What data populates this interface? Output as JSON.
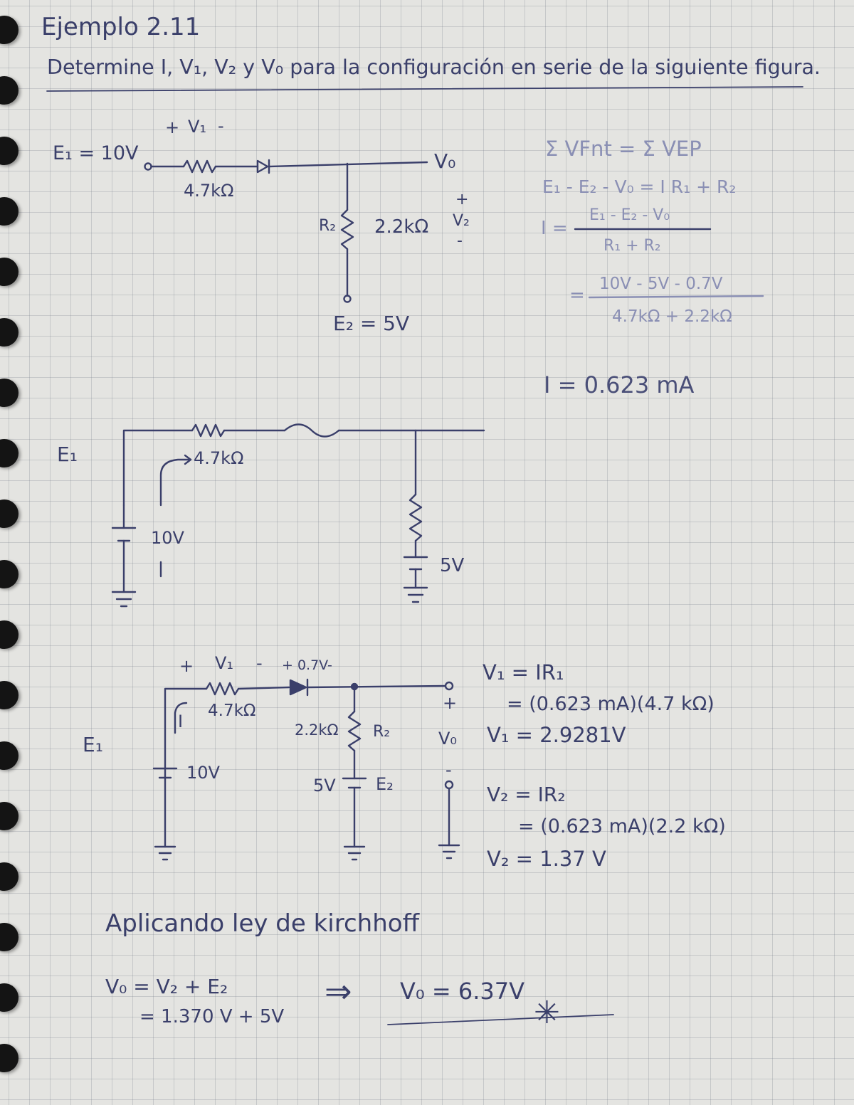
{
  "header": {
    "title": "Ejemplo 2.11",
    "prompt": "Determine I, V₁, V₂ y V₀ para la configuración en serie de la siguiente figura."
  },
  "circuit1": {
    "e1": "E₁ = 10V",
    "v1_plus": "+",
    "v1_label": "V₁",
    "v1_minus": "-",
    "r1": "4.7kΩ",
    "vo": "V₀",
    "r2_name": "R₂",
    "r2": "2.2kΩ",
    "v2_plus": "+",
    "v2": "V₂",
    "v2_minus": "-",
    "e2": "E₂ = 5V"
  },
  "derivation": {
    "line1": "Σ VFnt = Σ VEP",
    "line2": "E₁ - E₂ - V₀ = I R₁ + R₂",
    "i_lhs": "I =",
    "num1": "E₁ - E₂ - V₀",
    "den1": "R₁ + R₂",
    "eq2": "=",
    "num2": "10V - 5V - 0.7V",
    "den2": "4.7kΩ + 2.2kΩ",
    "result": "I = 0.623 mA"
  },
  "circuit2": {
    "e1": "E₁",
    "r1": "4.7kΩ",
    "source": "10V",
    "right_source": "5V"
  },
  "circuit3": {
    "plus": "+",
    "v1": "V₁",
    "minus": "-",
    "diode": "+ 0.7V-",
    "r1": "4.7kΩ",
    "i": "I",
    "e1": "E₁",
    "source": "10V",
    "r2_value": "2.2kΩ",
    "r2_name": "R₂",
    "e2_value": "5V",
    "e2_name": "E₂",
    "vo_plus": "+",
    "vo": "V₀",
    "vo_minus": "-"
  },
  "results": {
    "v1_formula": "V₁ = IR₁",
    "v1_sub": "= (0.623 mA)(4.7 kΩ)",
    "v1_result": "V₁ = 2.9281V",
    "v2_formula": "V₂ = IR₂",
    "v2_sub": "= (0.623 mA)(2.2 kΩ)",
    "v2_result": "V₂ = 1.37 V"
  },
  "kirchhoff": {
    "heading": "Aplicando ley de kirchhoff",
    "line1": "V₀ = V₂ + E₂",
    "line2": "= 1.370 V + 5V",
    "arrow": "⇒",
    "final": "V₀ = 6.37V",
    "star": "✳"
  },
  "colors": {
    "ink": "#3a3f6a",
    "faint_ink": "#8a8fb4",
    "paper": "#e4e4e1",
    "grid": "#8c90a0",
    "binding": "#141414"
  }
}
